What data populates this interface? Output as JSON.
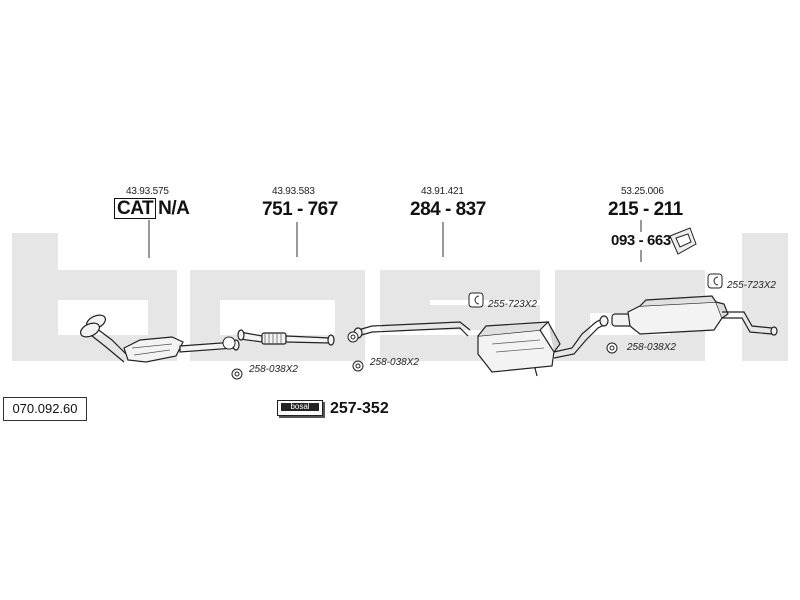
{
  "diagram_id": "070.092.60",
  "watermark_text": "bosal",
  "parts": [
    {
      "oe_number": "43.93.575",
      "cat_label": "CAT",
      "part_number": "N/A"
    },
    {
      "oe_number": "43.93.583",
      "part_number": "751 - 767"
    },
    {
      "oe_number": "43.91.421",
      "part_number": "284 - 837"
    },
    {
      "oe_number": "53.25.006",
      "part_number": "215 - 211",
      "sub_part_number": "093 - 663"
    }
  ],
  "accessories": [
    {
      "label": "258-038X2",
      "icon": "rubber-mount-icon"
    },
    {
      "label": "258-038X2",
      "icon": "rubber-mount-icon"
    },
    {
      "label": "255-723X2",
      "icon": "clamp-icon"
    },
    {
      "label": "258-038X2",
      "icon": "rubber-mount-icon"
    },
    {
      "label": "255-723X2",
      "icon": "clamp-icon"
    }
  ],
  "mounting_kit": {
    "brand": "bosal",
    "part_number": "257-352"
  }
}
